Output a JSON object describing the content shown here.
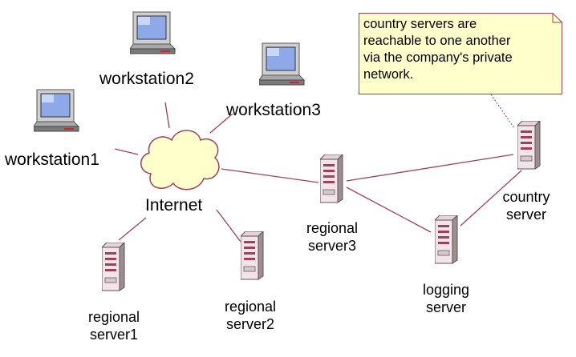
{
  "diagram": {
    "nodes": {
      "workstation1": "workstation1",
      "workstation2": "workstation2",
      "workstation3": "workstation3",
      "internet": "Internet",
      "regional_server1": [
        "regional",
        "server1"
      ],
      "regional_server2": [
        "regional",
        "server2"
      ],
      "regional_server3": [
        "regional",
        "server3"
      ],
      "logging_server": [
        "logging",
        "server"
      ],
      "country_server": [
        "country",
        "server"
      ]
    },
    "note": {
      "lines": [
        "country servers are",
        "reachable to one another",
        "via the company's private",
        "network."
      ]
    },
    "edges": [
      [
        "workstation1",
        "internet"
      ],
      [
        "workstation2",
        "internet"
      ],
      [
        "workstation3",
        "internet"
      ],
      [
        "internet",
        "regional_server1"
      ],
      [
        "internet",
        "regional_server2"
      ],
      [
        "internet",
        "regional_server3"
      ],
      [
        "regional_server3",
        "country_server"
      ],
      [
        "regional_server3",
        "logging_server"
      ],
      [
        "logging_server",
        "country_server"
      ]
    ],
    "colors": {
      "connector": "#a0405a",
      "note_fill": "#ffffcc",
      "cloud_fill": "#ffffcc",
      "server_body": "#f2e4e8",
      "monitor_screen": "#8fa8e8"
    }
  }
}
